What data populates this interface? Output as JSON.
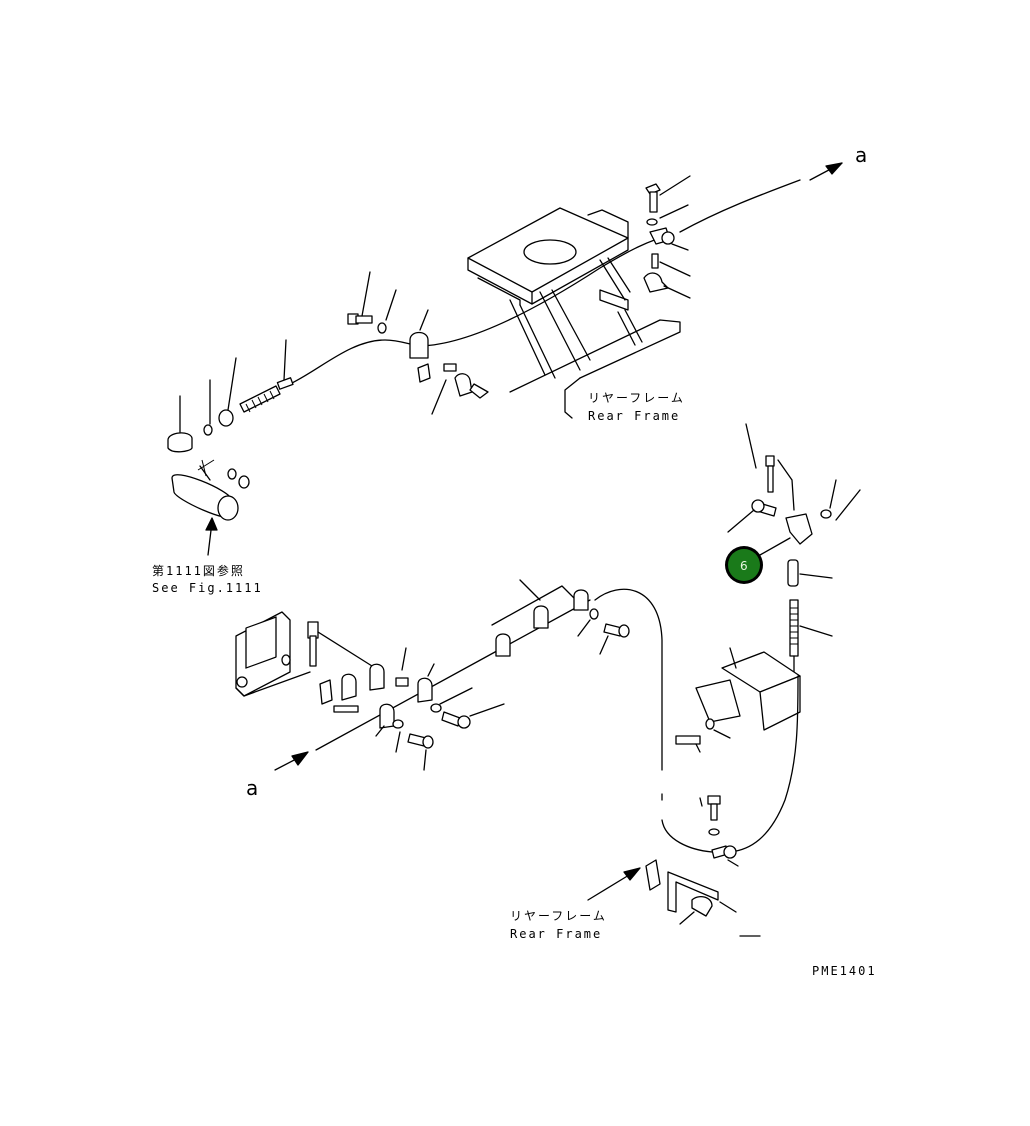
{
  "labels": {
    "arrow_a_top": "a",
    "arrow_a_bottom": "a",
    "rear_frame_top_jp": "リヤーフレーム",
    "rear_frame_top_en": "Rear Frame",
    "rear_frame_bottom_jp": "リヤーフレーム",
    "rear_frame_bottom_en": "Rear Frame",
    "see_fig_jp": "第1111図参照",
    "see_fig_en": "See Fig.1111",
    "drawing_code": "PME1401"
  },
  "callout": {
    "number": "6",
    "color": "#1a7a1a",
    "ring_color": "#000000"
  }
}
